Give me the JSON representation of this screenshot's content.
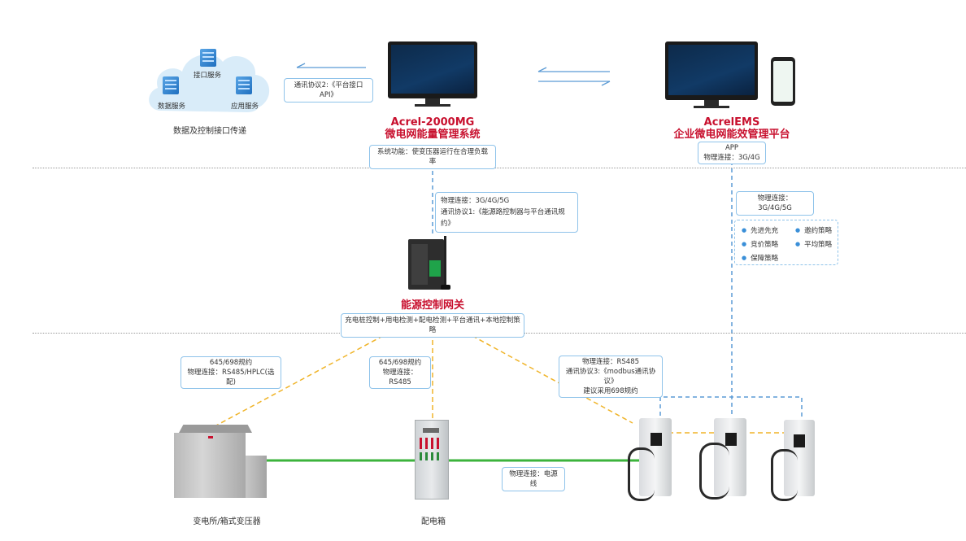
{
  "cloud": {
    "service_interface": "接口服务",
    "service_data": "数据服务",
    "service_app": "应用服务",
    "caption": "数据及控制接口传递"
  },
  "protocol2_label": "通讯协议2:《平台接口API》",
  "mg_system": {
    "title_line1": "Acrel-2000MG",
    "title_line2": "微电网能量管理系统",
    "function_label": "系统功能：使变压器运行在合理负载率"
  },
  "ems": {
    "title_line1": "AcrelEMS",
    "title_line2": "企业微电网能效管理平台",
    "app_line1": "APP",
    "app_line2": "物理连接：3G/4G"
  },
  "gateway_link": {
    "line1": "物理连接：3G/4G/5G",
    "line2": "通讯协议1:《能源路控制器与平台通讯规约》"
  },
  "ems_link": "物理连接：3G/4G/5G",
  "strategies": [
    "先进先充",
    "邀约策略",
    "竞价策略",
    "平均策略",
    "保障策略"
  ],
  "gateway": {
    "title": "能源控制网关",
    "desc": "充电桩控制+用电检测+配电检测+平台通讯+本地控制策略"
  },
  "substation_link": {
    "line1": "645/698规约",
    "line2": "物理连接：RS485/HPLC(选配)"
  },
  "cabinet_link": {
    "line1": "645/698规约",
    "line2": "物理连接：RS485"
  },
  "charger_link": {
    "line1": "物理连接：RS485",
    "line2": "通讯协议3:《modbus通讯协议》",
    "line3": "建议采用698规约"
  },
  "power_line_label": "物理连接：电源线",
  "devices": {
    "substation": "变电所/箱式变压器",
    "cabinet": "配电箱"
  }
}
